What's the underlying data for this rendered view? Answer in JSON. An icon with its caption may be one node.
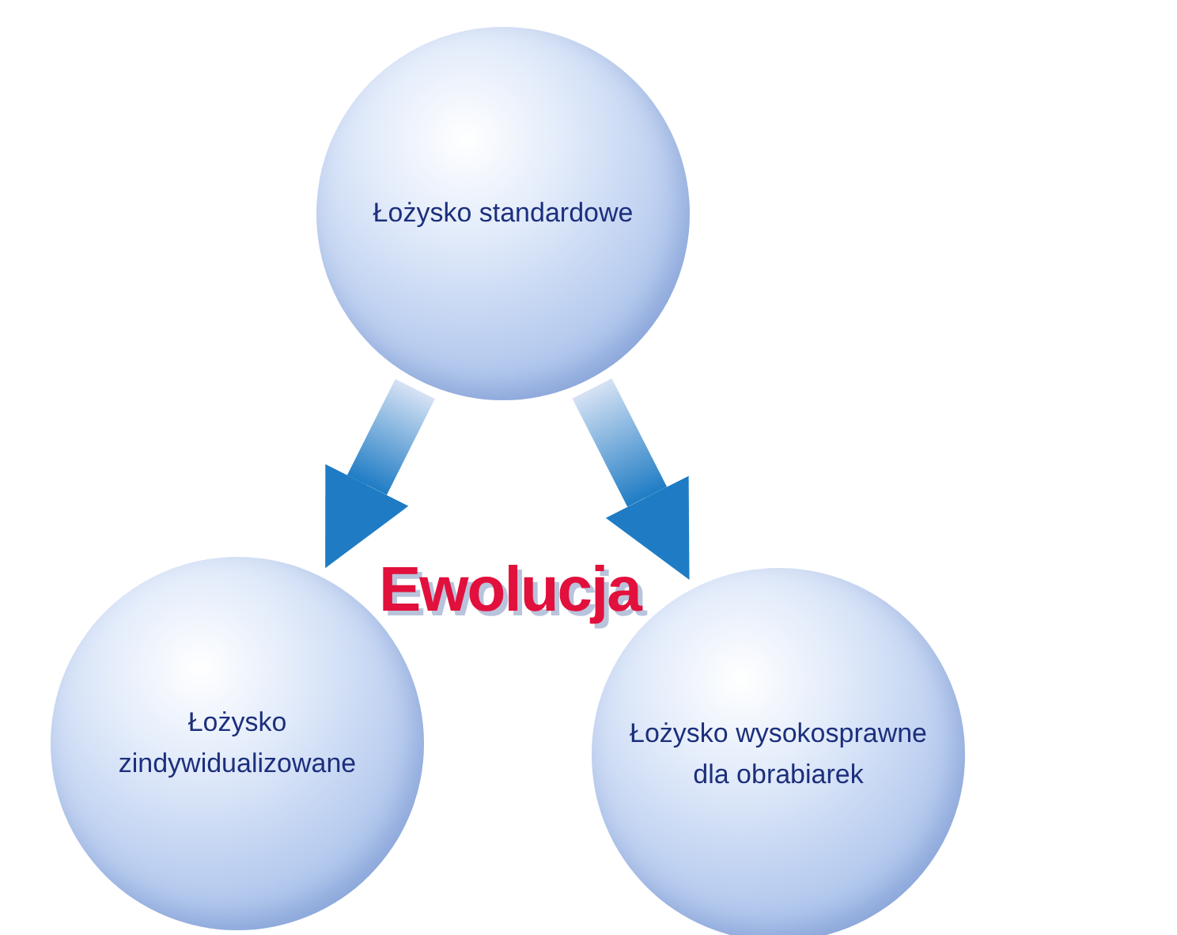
{
  "diagram": {
    "nodes": [
      {
        "text": [
          "Łożysko standardowe"
        ]
      },
      {
        "text": [
          "Łożysko zindywidualizowane"
        ]
      },
      {
        "text": [
          "Łożysko wysokosprawne dla obrabiarek"
        ]
      }
    ],
    "edges": [
      {
        "from": 0,
        "to": 1,
        "arrow": "to",
        "style": "thick"
      },
      {
        "from": 0,
        "to": 2,
        "arrow": "to",
        "style": "thick"
      }
    ],
    "labels": [
      "Ewolucja"
    ]
  }
}
